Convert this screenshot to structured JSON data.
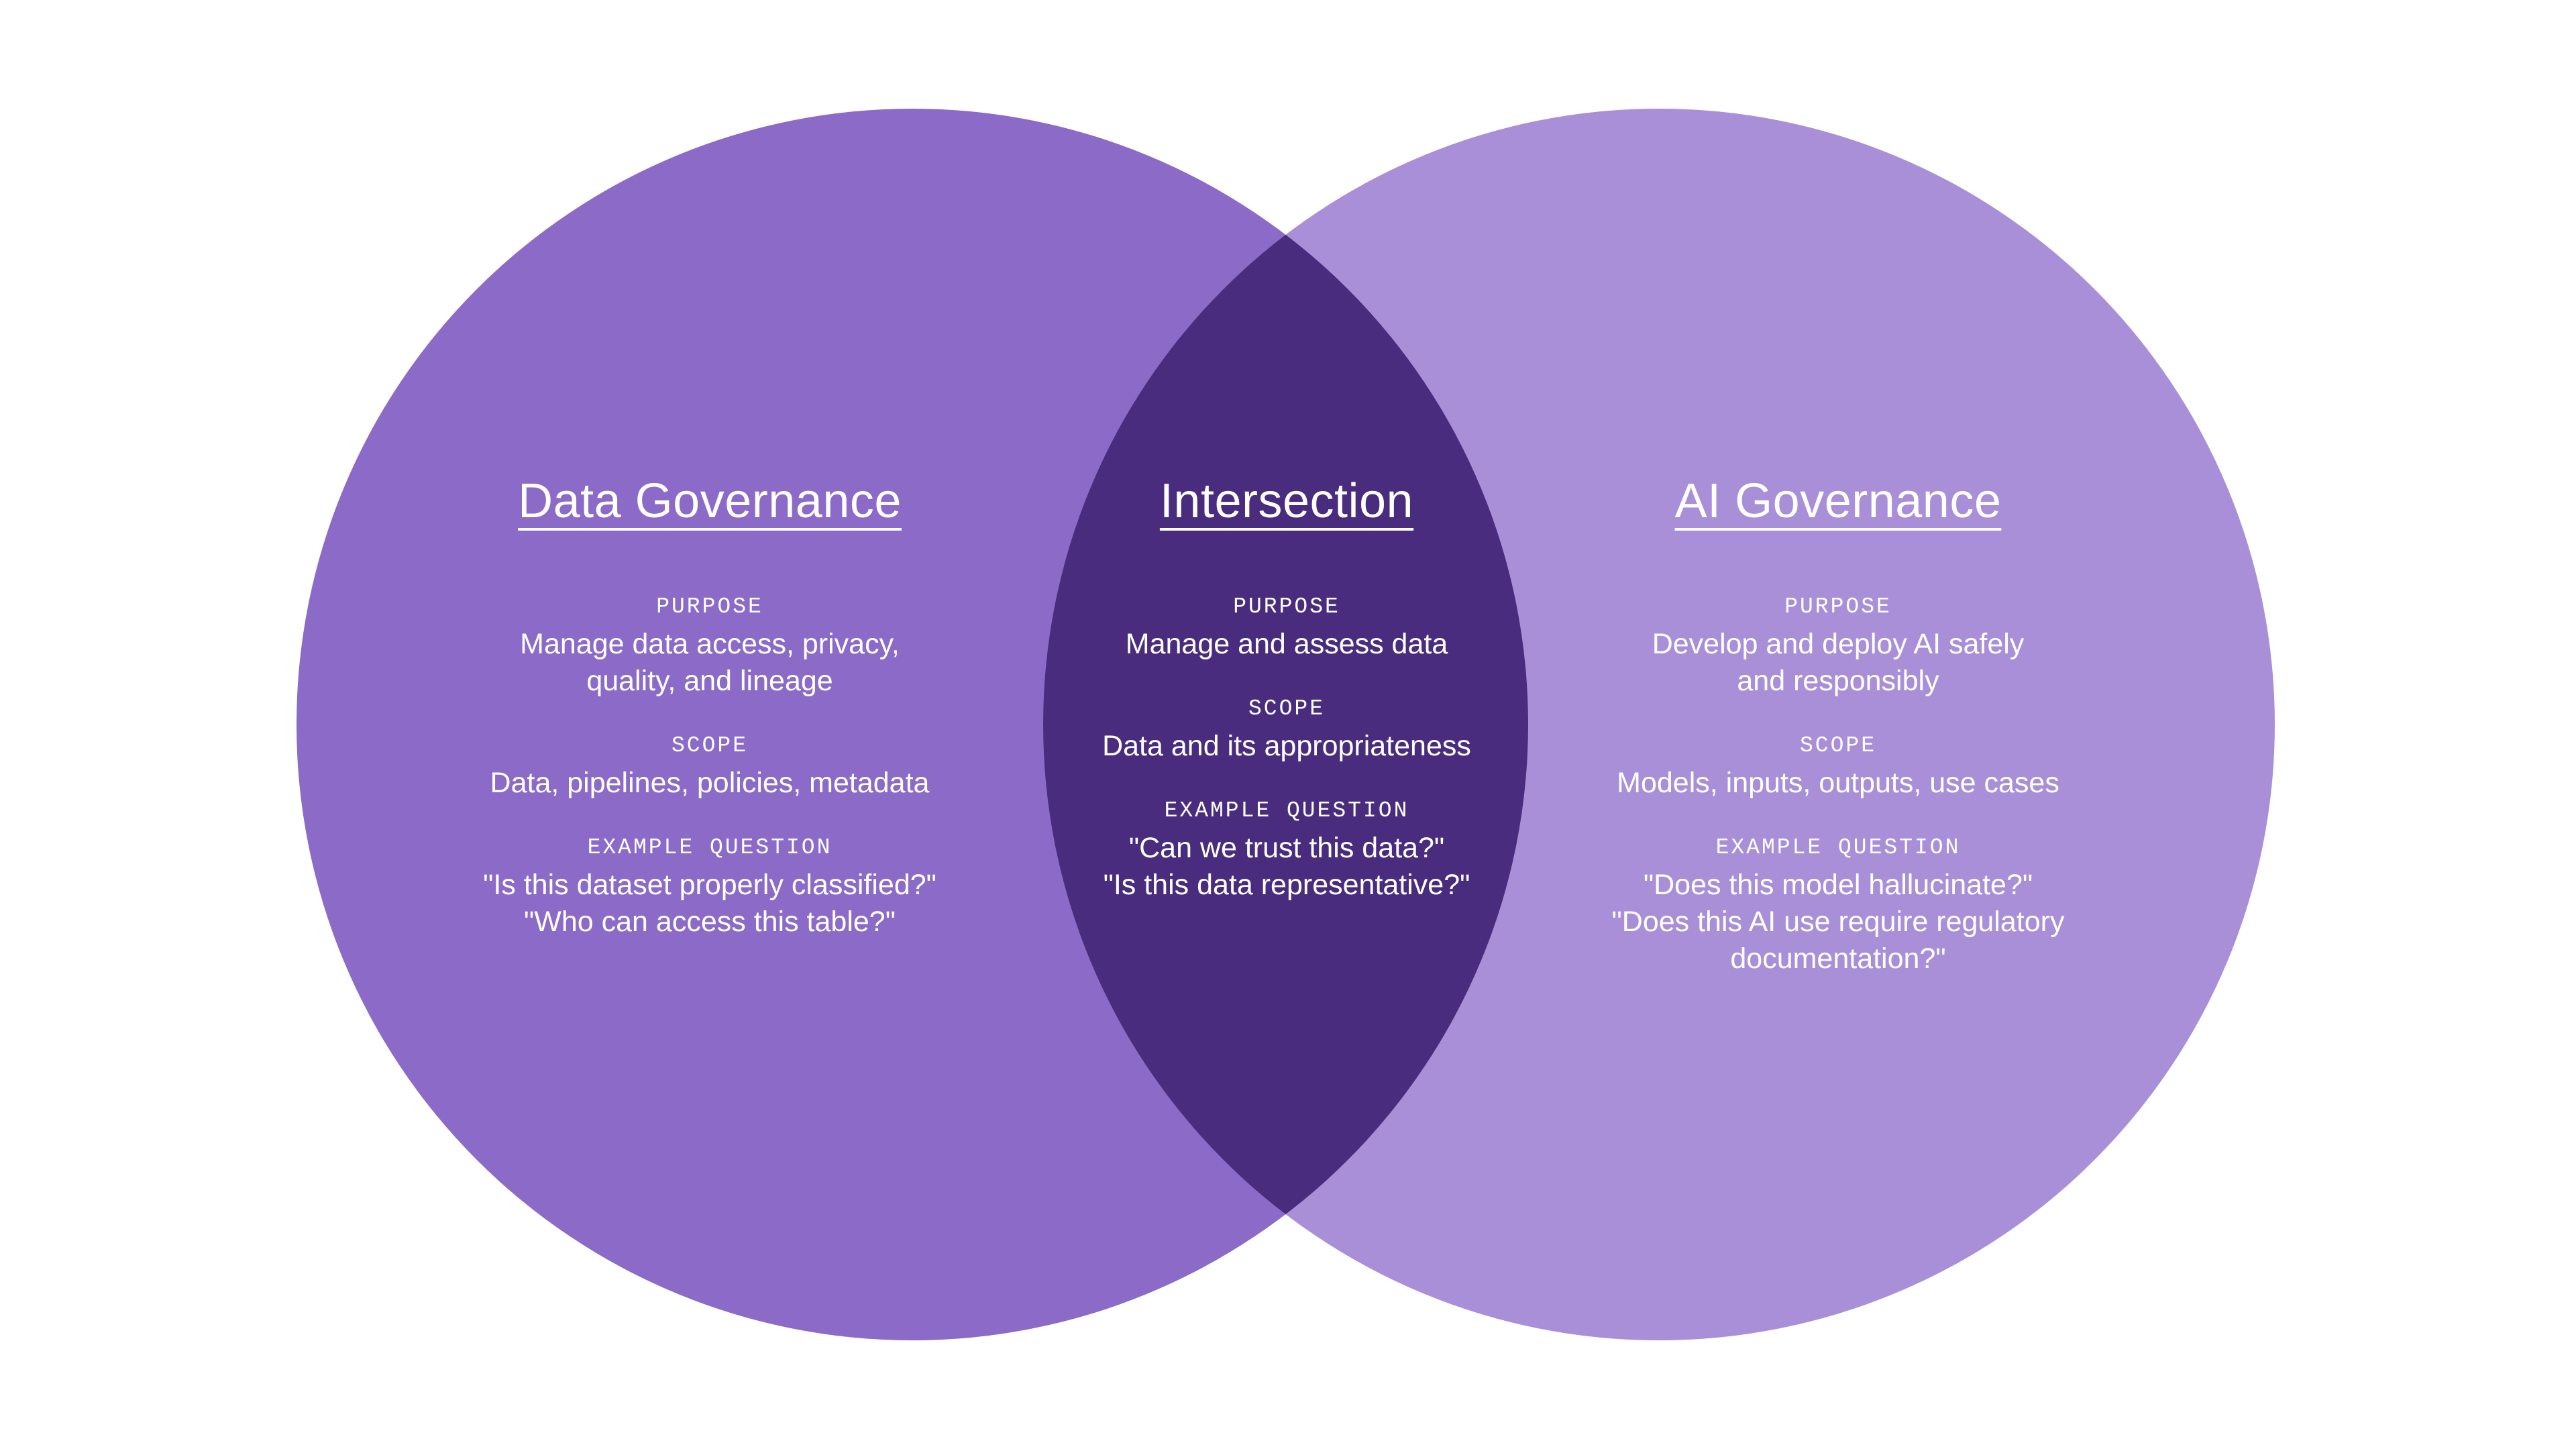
{
  "diagram": {
    "type": "venn",
    "colors": {
      "background": "#ffffff",
      "left_circle": "#8b6ac8",
      "right_circle": "#a98fd8",
      "intersection": "#4a2c7e",
      "text": "#ffffff"
    },
    "left": {
      "title": "Data Governance",
      "purpose_label": "PURPOSE",
      "purpose": "Manage data access, privacy,\nquality, and lineage",
      "scope_label": "SCOPE",
      "scope": "Data, pipelines, policies, metadata",
      "example_label": "EXAMPLE QUESTION",
      "example": "\"Is this dataset properly classified?\"\n\"Who can access this table?\""
    },
    "intersection": {
      "title": "Intersection",
      "purpose_label": "PURPOSE",
      "purpose": "Manage and assess data",
      "scope_label": "SCOPE",
      "scope": "Data and its appropriateness",
      "example_label": "EXAMPLE QUESTION",
      "example": "\"Can we trust this data?\"\n\"Is this data representative?\""
    },
    "right": {
      "title": "AI Governance",
      "purpose_label": "PURPOSE",
      "purpose": "Develop and deploy AI safely\nand responsibly",
      "scope_label": "SCOPE",
      "scope": "Models, inputs, outputs, use cases",
      "example_label": "EXAMPLE QUESTION",
      "example": "\"Does this model hallucinate?\"\n\"Does this AI use require regulatory\ndocumentation?\""
    }
  }
}
